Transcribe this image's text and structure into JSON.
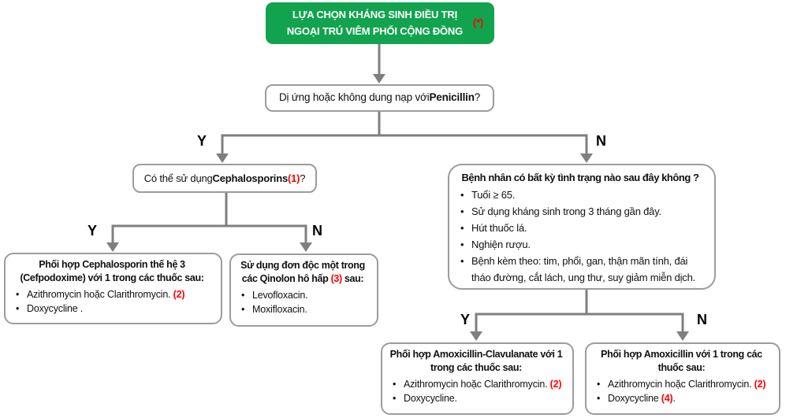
{
  "colors": {
    "green": "#12A34F",
    "red": "#FF0000",
    "line": "#7f7f7f",
    "border": "#9c9c9c"
  },
  "labels": {
    "yes": "Y",
    "no": "N"
  },
  "nodes": {
    "start": {
      "segments": [
        {
          "t": "LỰA CHỌN KHÁNG SINH ĐIỀU TRỊ NGOẠI TRÚ VIÊM PHỔI CỘNG ĐỒNG ",
          "b": true
        },
        {
          "t": "(*)",
          "b": true,
          "r": true
        }
      ]
    },
    "allergy": {
      "segments": [
        {
          "t": "Dị ứng hoặc không dung nạp với "
        },
        {
          "t": "Penicillin",
          "b": true
        },
        {
          "t": " ?"
        }
      ]
    },
    "ceph_possible": {
      "segments": [
        {
          "t": "Có thể sử dụng "
        },
        {
          "t": "Cephalosporins ",
          "b": true
        },
        {
          "t": "(1)",
          "b": true,
          "r": true
        },
        {
          "t": " ?"
        }
      ]
    },
    "ceph3": {
      "title": [
        {
          "t": "Phối hợp Cephalosporin thế hệ 3 (Cefpodoxime) với 1 trong các thuốc sau:",
          "b": true
        }
      ],
      "bullets": [
        [
          {
            "t": "Azithromycin hoặc Clarithromycin. "
          },
          {
            "t": "(2)",
            "b": true,
            "r": true
          }
        ],
        [
          {
            "t": "Doxycycline ."
          }
        ]
      ]
    },
    "quinolone": {
      "title": [
        {
          "t": "Sử dụng đơn độc một trong các Qinolon hô hấp ",
          "b": true
        },
        {
          "t": "(3)",
          "b": true,
          "r": true
        },
        {
          "t": " sau:",
          "b": true
        }
      ],
      "bullets": [
        [
          {
            "t": "Levofloxacin."
          }
        ],
        [
          {
            "t": "Moxifloxacin."
          }
        ]
      ]
    },
    "risk": {
      "title": [
        {
          "t": "Bệnh nhân có bất kỳ tình trạng nào sau đây không ?",
          "b": true
        }
      ],
      "bullets": [
        [
          {
            "t": "Tuổi ≥ 65."
          }
        ],
        [
          {
            "t": "Sử dụng kháng sinh trong 3 tháng gần đây."
          }
        ],
        [
          {
            "t": "Hút thuốc lá."
          }
        ],
        [
          {
            "t": "Nghiện rượu."
          }
        ],
        [
          {
            "t": "Bệnh kèm theo: tim, phổi, gan, thận mãn tính, đái tháo đường, cắt lách, ung thư, suy giảm miễn dịch."
          }
        ]
      ]
    },
    "amox_clav": {
      "title": [
        {
          "t": "Phối hợp Amoxicillin-Clavulanate với 1 trong các thuốc sau:",
          "b": true
        }
      ],
      "bullets": [
        [
          {
            "t": "Azithromycin hoặc Clarithromycin. "
          },
          {
            "t": "(2)",
            "b": true,
            "r": true
          }
        ],
        [
          {
            "t": "Doxycycline."
          }
        ]
      ]
    },
    "amox": {
      "title": [
        {
          "t": "Phối hợp Amoxicillin với 1 trong các thuốc sau:",
          "b": true
        }
      ],
      "bullets": [
        [
          {
            "t": "Azithromycin hoặc Clarithromycin. "
          },
          {
            "t": "(2)",
            "b": true,
            "r": true
          }
        ],
        [
          {
            "t": "Doxycycline "
          },
          {
            "t": "(4)",
            "b": true,
            "r": true
          },
          {
            "t": "."
          }
        ]
      ]
    }
  }
}
